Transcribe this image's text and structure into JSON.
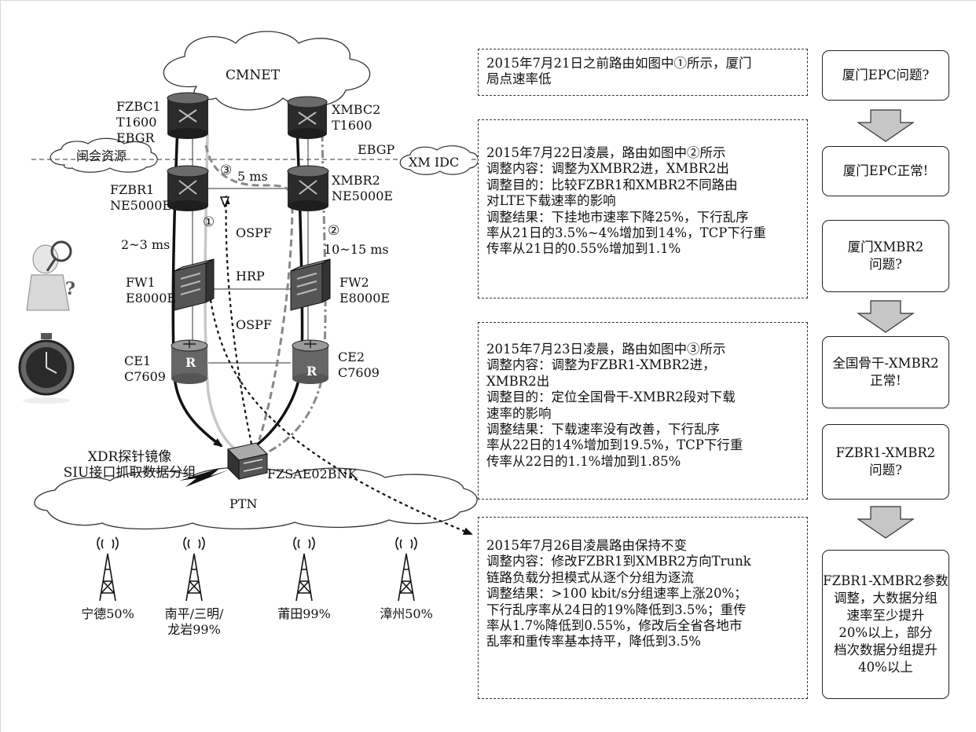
{
  "clouds": {
    "cmnet": "CMNET",
    "minhui": "闽会资源",
    "xmidc": "XM IDC",
    "ptn": "PTN"
  },
  "devices": {
    "fzbc1": "FZBC1\nT1600\nEBGR",
    "xmbc2": "XMBC2\nT1600",
    "fzbr1": "FZBR1\nNE5000E",
    "xmbr2": "XMBR2\nNE5000E",
    "fw1": "FW1\nE8000E",
    "fw2": "FW2\nE8000E",
    "ce1": "CE1\nC7609",
    "ce2": "CE2\nC7609",
    "fzsae": "FZSAE02BNK",
    "router_glyph": "R"
  },
  "links": {
    "ebgp": "EBGP",
    "delay_5ms": "5 ms",
    "delay_2_3ms": "2~3 ms",
    "delay_10_15ms": "10~15 ms",
    "ospf_top": "OSPF",
    "hrp": "HRP",
    "ospf_bottom": "OSPF",
    "route1": "①",
    "route2": "②",
    "route3": "③",
    "xdr": "XDR探针镜像\nSIU接口抓取数据分组",
    "question_mark": "?"
  },
  "towers": [
    {
      "label": "宁德50%"
    },
    {
      "label": "南平/三明/\n龙岩99%"
    },
    {
      "label": "莆田99%"
    },
    {
      "label": "漳州50%"
    }
  ],
  "notes": [
    {
      "text": "2015年7月21日之前路由如图中①所示，厦门\n局点速率低"
    },
    {
      "text": "2015年7月22日凌晨，路由如图中②所示\n调整内容：调整为XMBR2进，XMBR2出\n调整目的：比较FZBR1和XMBR2不同路由\n对LTE下载速率的影响\n调整结果：下挂地市速率下降25%，下行乱序\n率从21日的3.5%~4%增加到14%，TCP下行重\n传率从21日的0.55%增加到1.1%"
    },
    {
      "text": "2015年7月23日凌晨，路由如图中③所示\n调整内容：调整为FZBR1-XMBR2进，\nXMBR2出\n调整目的：定位全国骨干-XMBR2段对下载\n速率的影响\n调整结果：下载速率没有改善，下行乱序\n率从22日的14%增加到19.5%，TCP下行重\n传率从22日的1.1%增加到1.85%"
    },
    {
      "text": "2015年7月26目凌晨路由保持不变\n调整内容：修改FZBR1到XMBR2方向Trunk\n链路负载分担模式从逐个分组为逐流\n调整结果：>100 kbit/s分组速率上涨20%；\n下行乱序率从24日的19%降低到3.5%；重传\n率从1.7%降低到0.55%，修改后全省各地市\n乱率和重传率基本持平，降低到3.5%"
    }
  ],
  "steps": [
    {
      "text": "厦门EPC问题?"
    },
    {
      "text": "厦门EPC正常!"
    },
    {
      "text": "厦门XMBR2\n问题?"
    },
    {
      "text": "全国骨干-XMBR2\n正常!"
    },
    {
      "text": "FZBR1-XMBR2\n问题?"
    },
    {
      "text": "FZBR1-XMBR2参数\n调整，大数据分组\n速率至少提升\n20%以上，部分\n档次数据分组提升\n40%以上"
    }
  ]
}
